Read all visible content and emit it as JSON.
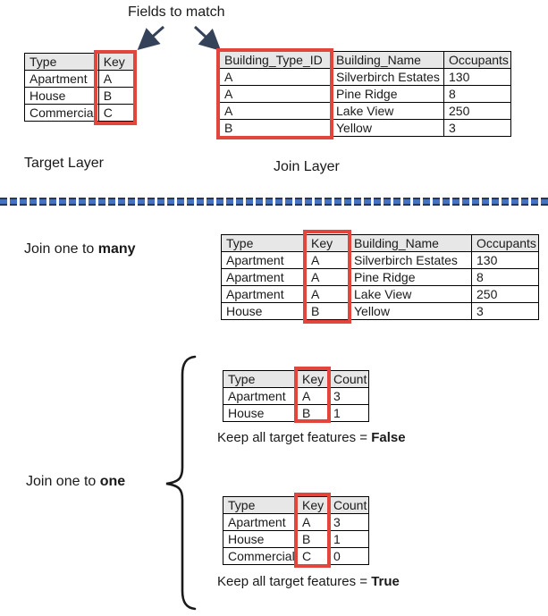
{
  "header": {
    "fields_to_match": "Fields to match"
  },
  "layers": {
    "target_label": "Target Layer",
    "join_label": "Join Layer"
  },
  "sections": {
    "one_to_many": {
      "label_prefix": "Join one to ",
      "label_bold": "many"
    },
    "one_to_one": {
      "label_prefix": "Join one to ",
      "label_bold": "one"
    },
    "keep_false": {
      "prefix": "Keep all target features = ",
      "bold": "False"
    },
    "keep_true": {
      "prefix": "Keep all target features = ",
      "bold": "True"
    }
  },
  "tables": {
    "target": {
      "headers": [
        "Type",
        "Key"
      ],
      "rows": [
        [
          "Apartment",
          "A"
        ],
        [
          "House",
          "B"
        ],
        [
          "Commercial",
          "C"
        ]
      ],
      "highlighted_column": "Key"
    },
    "join": {
      "headers": [
        "Building_Type_ID",
        "Building_Name",
        "Occupants"
      ],
      "rows": [
        [
          "A",
          "Silverbirch Estates",
          "130"
        ],
        [
          "A",
          "Pine Ridge",
          "8"
        ],
        [
          "A",
          "Lake View",
          "250"
        ],
        [
          "B",
          "Yellow",
          "3"
        ]
      ],
      "highlighted_column": "Building_Type_ID"
    },
    "one_to_many": {
      "headers": [
        "Type",
        "Key",
        "Building_Name",
        "Occupants"
      ],
      "rows": [
        [
          "Apartment",
          "A",
          "Silverbirch Estates",
          "130"
        ],
        [
          "Apartment",
          "A",
          "Pine Ridge",
          "8"
        ],
        [
          "Apartment",
          "A",
          "Lake View",
          "250"
        ],
        [
          "House",
          "B",
          "Yellow",
          "3"
        ]
      ],
      "highlighted_column": "Key"
    },
    "one_to_one_false": {
      "headers": [
        "Type",
        "Key",
        "Count"
      ],
      "rows": [
        [
          "Apartment",
          "A",
          "3"
        ],
        [
          "House",
          "B",
          "1"
        ]
      ],
      "highlighted_column": "Key"
    },
    "one_to_one_true": {
      "headers": [
        "Type",
        "Key",
        "Count"
      ],
      "rows": [
        [
          "Apartment",
          "A",
          "3"
        ],
        [
          "House",
          "B",
          "1"
        ],
        [
          "Commercial",
          "C",
          "0"
        ]
      ],
      "highlighted_column": "Key"
    }
  },
  "icons": {
    "arrow_left": "arrow-down-left",
    "arrow_right": "arrow-down-right",
    "brace": "left-curly-brace",
    "divider": "dashed-divider-line"
  },
  "colors": {
    "highlight_red": "#e2453c",
    "divider_blue": "#4472c4",
    "divider_dark": "#1f3864",
    "header_gray": "#e8e7e7",
    "arrow_navy": "#34435a"
  }
}
